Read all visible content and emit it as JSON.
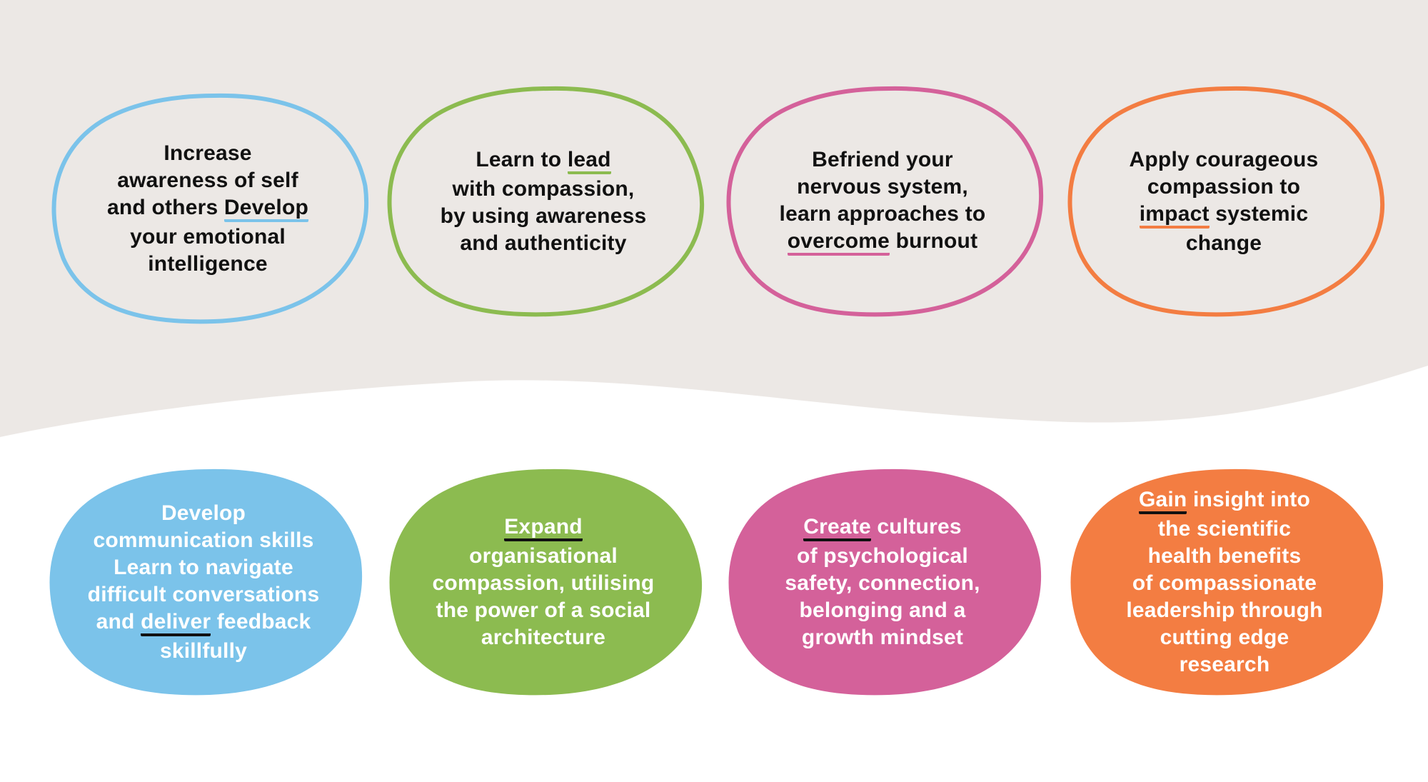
{
  "colors": {
    "background_top": "#ece8e5",
    "background_bottom": "#ffffff",
    "blue": "#7bc3ea",
    "green": "#8cbb50",
    "pink": "#d4619a",
    "orange": "#f37d42",
    "text_dark": "#111111",
    "text_light": "#ffffff"
  },
  "top_row": [
    {
      "color": "blue",
      "lines": [
        [
          {
            "t": "Increase"
          }
        ],
        [
          {
            "t": "awareness of self"
          }
        ],
        [
          {
            "t": "and others "
          },
          {
            "t": "Develop",
            "hl": true
          }
        ],
        [
          {
            "t": "your emotional"
          }
        ],
        [
          {
            "t": "intelligence"
          }
        ]
      ]
    },
    {
      "color": "green",
      "lines": [
        [
          {
            "t": "Learn to "
          },
          {
            "t": "lead",
            "hl": true
          }
        ],
        [
          {
            "t": "with compassion,"
          }
        ],
        [
          {
            "t": "by using awareness"
          }
        ],
        [
          {
            "t": "and authenticity"
          }
        ]
      ]
    },
    {
      "color": "pink",
      "lines": [
        [
          {
            "t": "Befriend your"
          }
        ],
        [
          {
            "t": "nervous system,"
          }
        ],
        [
          {
            "t": "learn approaches to"
          }
        ],
        [
          {
            "t": "overcome",
            "hl": true
          },
          {
            "t": " burnout"
          }
        ]
      ]
    },
    {
      "color": "orange",
      "lines": [
        [
          {
            "t": "Apply courageous"
          }
        ],
        [
          {
            "t": "compassion to"
          }
        ],
        [
          {
            "t": "impact",
            "hl": true
          },
          {
            "t": " systemic"
          }
        ],
        [
          {
            "t": "change"
          }
        ]
      ]
    }
  ],
  "bottom_row": [
    {
      "color": "blue",
      "lines": [
        [
          {
            "t": "Develop"
          }
        ],
        [
          {
            "t": "communication skills"
          }
        ],
        [
          {
            "t": "Learn to navigate"
          }
        ],
        [
          {
            "t": "difficult conversations"
          }
        ],
        [
          {
            "t": "and "
          },
          {
            "t": "deliver",
            "hl": true
          },
          {
            "t": " feedback"
          }
        ],
        [
          {
            "t": "skillfully"
          }
        ]
      ]
    },
    {
      "color": "green",
      "lines": [
        [
          {
            "t": "Expand",
            "hl": true
          }
        ],
        [
          {
            "t": "organisational"
          }
        ],
        [
          {
            "t": "compassion, utilising"
          }
        ],
        [
          {
            "t": "the power of a social"
          }
        ],
        [
          {
            "t": "architecture"
          }
        ]
      ]
    },
    {
      "color": "pink",
      "lines": [
        [
          {
            "t": "Create",
            "hl": true
          },
          {
            "t": " cultures"
          }
        ],
        [
          {
            "t": "of psychological"
          }
        ],
        [
          {
            "t": "safety, connection,"
          }
        ],
        [
          {
            "t": "belonging and a"
          }
        ],
        [
          {
            "t": "growth mindset"
          }
        ]
      ]
    },
    {
      "color": "orange",
      "lines": [
        [
          {
            "t": "Gain",
            "hl": true
          },
          {
            "t": " insight into"
          }
        ],
        [
          {
            "t": "the scientific"
          }
        ],
        [
          {
            "t": "health benefits"
          }
        ],
        [
          {
            "t": "of compassionate"
          }
        ],
        [
          {
            "t": "leadership through"
          }
        ],
        [
          {
            "t": "cutting edge"
          }
        ],
        [
          {
            "t": "research"
          }
        ]
      ]
    }
  ]
}
